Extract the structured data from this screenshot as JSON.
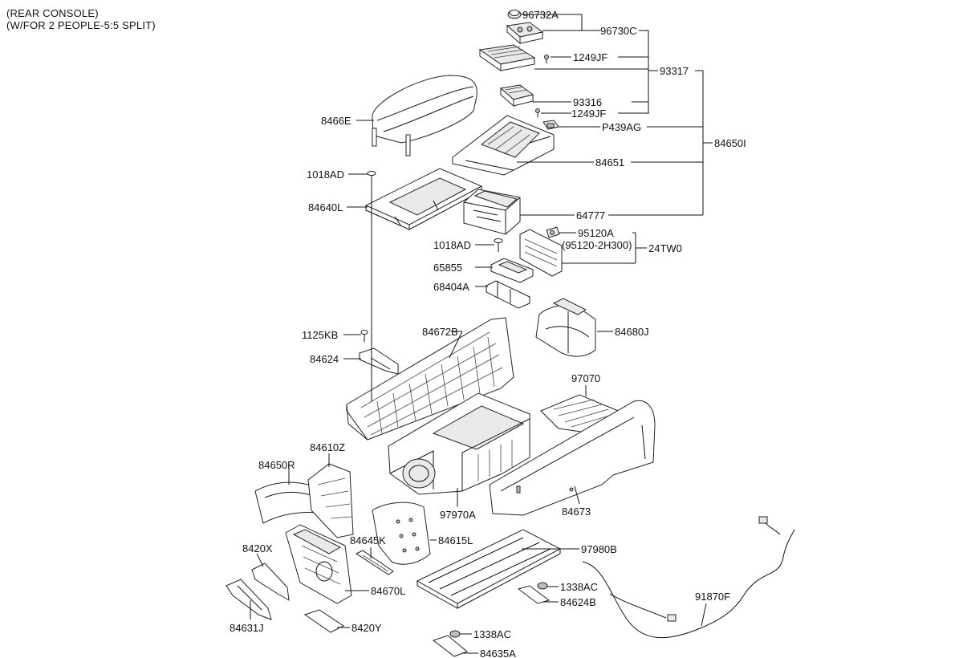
{
  "header": {
    "line1": "(REAR CONSOLE)",
    "line2": "(W/FOR 2 PEOPLE-5:5 SPLIT)"
  },
  "labels": {
    "p96732A": "96732A",
    "p96730C": "96730C",
    "p1249JF_a": "1249JF",
    "p93317": "93317",
    "p93316": "93316",
    "p1249JF_b": "1249JF",
    "pP439AG": "P439AG",
    "p84650I": "84650I",
    "p8466E": "8466E",
    "p84651": "84651",
    "p1018AD_a": "1018AD",
    "p84640L": "84640L",
    "p64777": "64777",
    "p95120A": "95120A",
    "p95120_2H300": "(95120-2H300)",
    "p24TW0": "24TW0",
    "p1018AD_b": "1018AD",
    "p65855": "65855",
    "p68404A": "68404A",
    "p1125KB": "1125KB",
    "p84672B": "84672B",
    "p84680J": "84680J",
    "p84624": "84624",
    "p97070": "97070",
    "p84610Z": "84610Z",
    "p84650R": "84650R",
    "p97970A": "97970A",
    "p84673": "84673",
    "p84645K": "84645K",
    "p84615L": "84615L",
    "p97980B": "97980B",
    "p8420X": "8420X",
    "p1338AC_a": "1338AC",
    "p91870F": "91870F",
    "p84670L": "84670L",
    "p84624B": "84624B",
    "p84631J": "84631J",
    "p8420Y": "8420Y",
    "p1338AC_b": "1338AC",
    "p84635A": "84635A"
  }
}
